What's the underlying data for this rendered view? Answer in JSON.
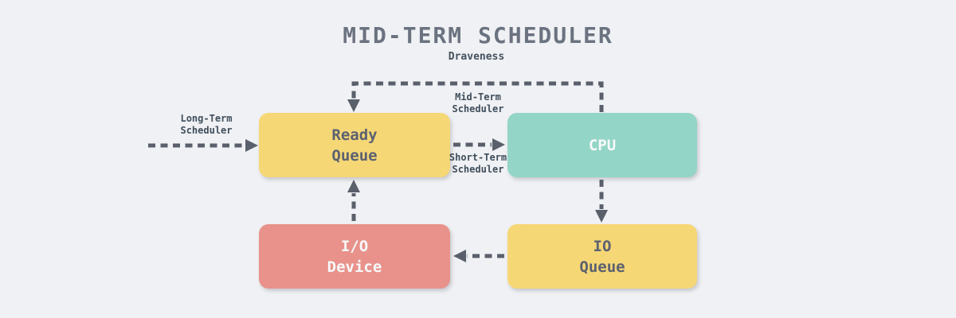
{
  "title": "MID-TERM SCHEDULER",
  "subtitle": "Draveness",
  "colors": {
    "background": "#f0f1f4",
    "queue_box_fill": "#f6d776",
    "cpu_box_fill": "#93d5c7",
    "io_device_box_fill": "#e8928b",
    "arrow": "#5a606b",
    "edge_label_text": "#3f4e5b",
    "dark_box_text": "#5b6170",
    "light_box_text": "#f7f9fa",
    "title_text": "#6b7280"
  },
  "nodes": [
    {
      "id": "ready-queue",
      "label_line1": "Ready",
      "label_line2": "Queue"
    },
    {
      "id": "cpu",
      "label_line1": "CPU"
    },
    {
      "id": "io-device",
      "label_line1": "I/O",
      "label_line2": "Device"
    },
    {
      "id": "io-queue",
      "label_line1": "IO",
      "label_line2": "Queue"
    }
  ],
  "edges": [
    {
      "id": "long-term-scheduler",
      "from": "outside",
      "to": "ready-queue",
      "label_line1": "Long-Term",
      "label_line2": "Scheduler"
    },
    {
      "id": "mid-term-scheduler",
      "from": "cpu",
      "to": "ready-queue",
      "label_line1": "Mid-Term",
      "label_line2": "Scheduler"
    },
    {
      "id": "short-term-scheduler",
      "from": "ready-queue",
      "to": "cpu",
      "label_line1": "Short-Term",
      "label_line2": "Scheduler"
    },
    {
      "id": "cpu-to-io-queue",
      "from": "cpu",
      "to": "io-queue"
    },
    {
      "id": "io-queue-to-io-device",
      "from": "io-queue",
      "to": "io-device"
    },
    {
      "id": "io-device-to-ready-queue",
      "from": "io-device",
      "to": "ready-queue"
    }
  ]
}
